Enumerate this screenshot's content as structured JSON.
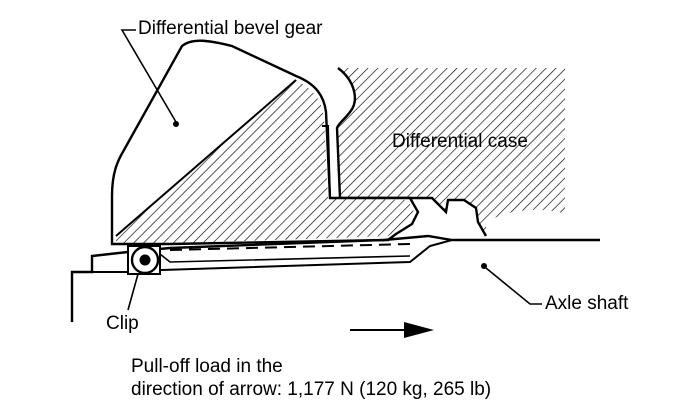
{
  "labels": {
    "bevel_gear": "Differential bevel gear",
    "differential_case": "Differential case",
    "axle_shaft": "Axle shaft",
    "clip": "Clip",
    "load_line1": "Pull-off load in the",
    "load_line2": "direction of arrow: 1,177 N (120 kg, 265 lb)"
  },
  "colors": {
    "ink": "#000000",
    "background": "#ffffff"
  }
}
